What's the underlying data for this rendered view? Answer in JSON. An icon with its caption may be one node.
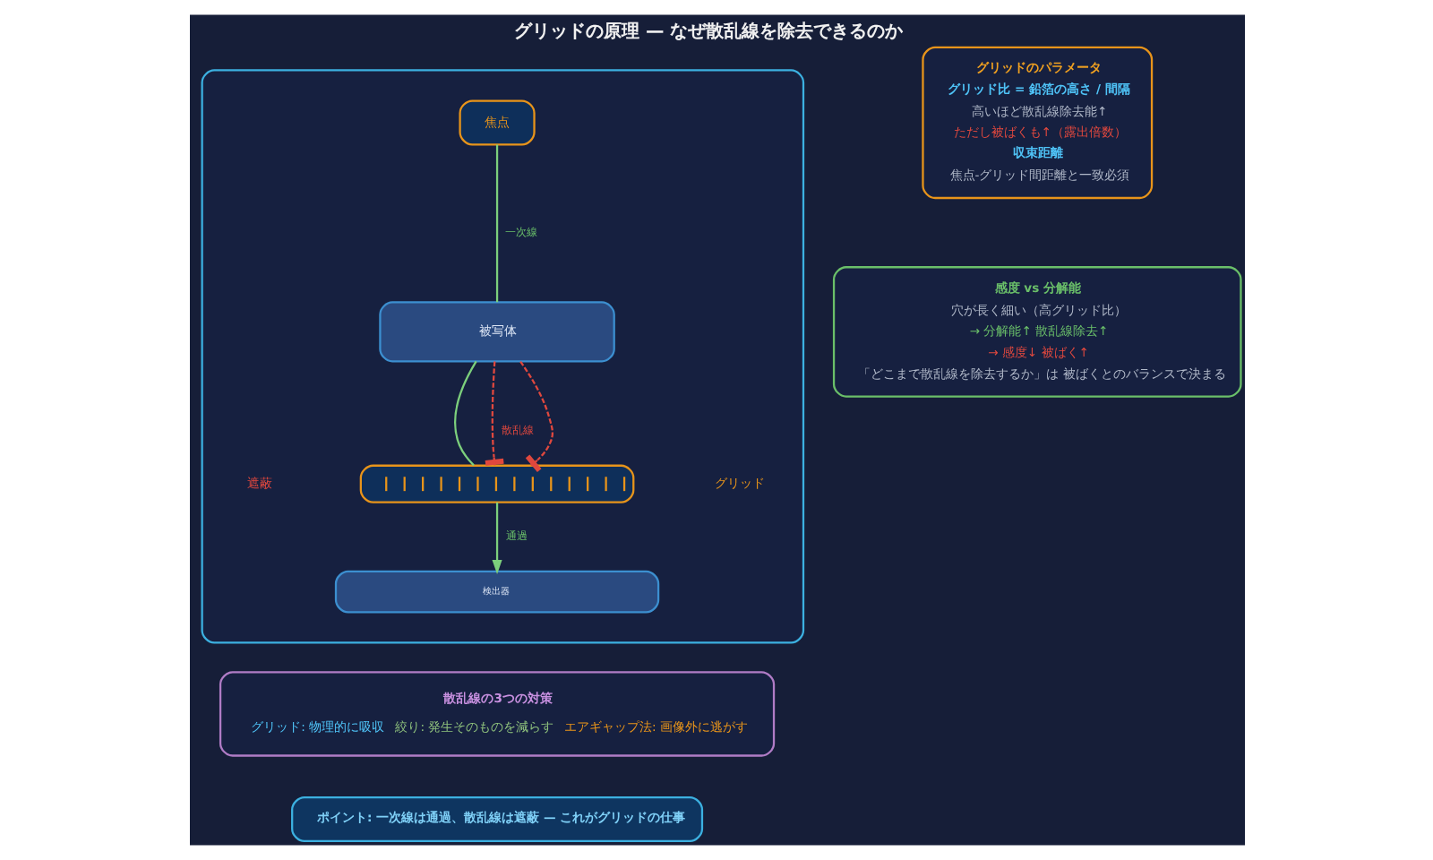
{
  "diagram": {
    "title": "グリッドの原理 — なぜ散乱線を除去できるのか",
    "nodes": [
      {
        "text": [],
        "shape": "box"
      },
      {
        "text": [
          "焦点"
        ],
        "in": 0
      },
      {
        "text": [
          "被写体"
        ],
        "in": 0
      },
      {
        "text": [],
        "shape": "bar",
        "in": 0
      },
      {
        "text": [
          "検出器"
        ],
        "in": 0
      },
      {
        "text": [
          "グリッドのパラメータ",
          "グリッド比 = 鉛箔の高さ / 間隔",
          "高いほど散乱線除去能↑",
          "ただし被ばくも↑（露出倍数）",
          "収束距離",
          "焦点-グリッド間距離と一致必須"
        ]
      },
      {
        "text": [
          "感度 vs 分解能",
          "穴が長く細い（高グリッド比）",
          "→ 分解能↑ 散乱線除去↑",
          "→ 感度↓ 被ばく↑",
          "「どこまで散乱線を除去するか」は 被ばくとのバランスで決まる"
        ]
      },
      {
        "text": [
          "散乱線の3つの対策",
          "グリッド: 物理的に吸収",
          "絞り: 発生そのものを減らす",
          "エアギャップ法: 画像外に逃がす"
        ]
      },
      {
        "text": [
          "ポイント: 一次線は通過、散乱線は遮蔽 — これがグリッドの仕事"
        ]
      }
    ],
    "edges": [
      {
        "from": 1,
        "to": 2,
        "arrow": "none",
        "label": "一次線"
      },
      {
        "from": 2,
        "to": 3,
        "arrow": "none"
      },
      {
        "from": 2,
        "to": 3,
        "arrow": "other",
        "style": "dashed",
        "color": "#e0483e",
        "label": "散乱線"
      },
      {
        "from": 2,
        "to": 3,
        "arrow": "other",
        "style": "dashed",
        "color": "#e0483e"
      },
      {
        "from": 3,
        "to": 4,
        "arrow": "to",
        "label": "通過"
      }
    ],
    "labels": [
      "遮蔽",
      "グリッド"
    ]
  }
}
